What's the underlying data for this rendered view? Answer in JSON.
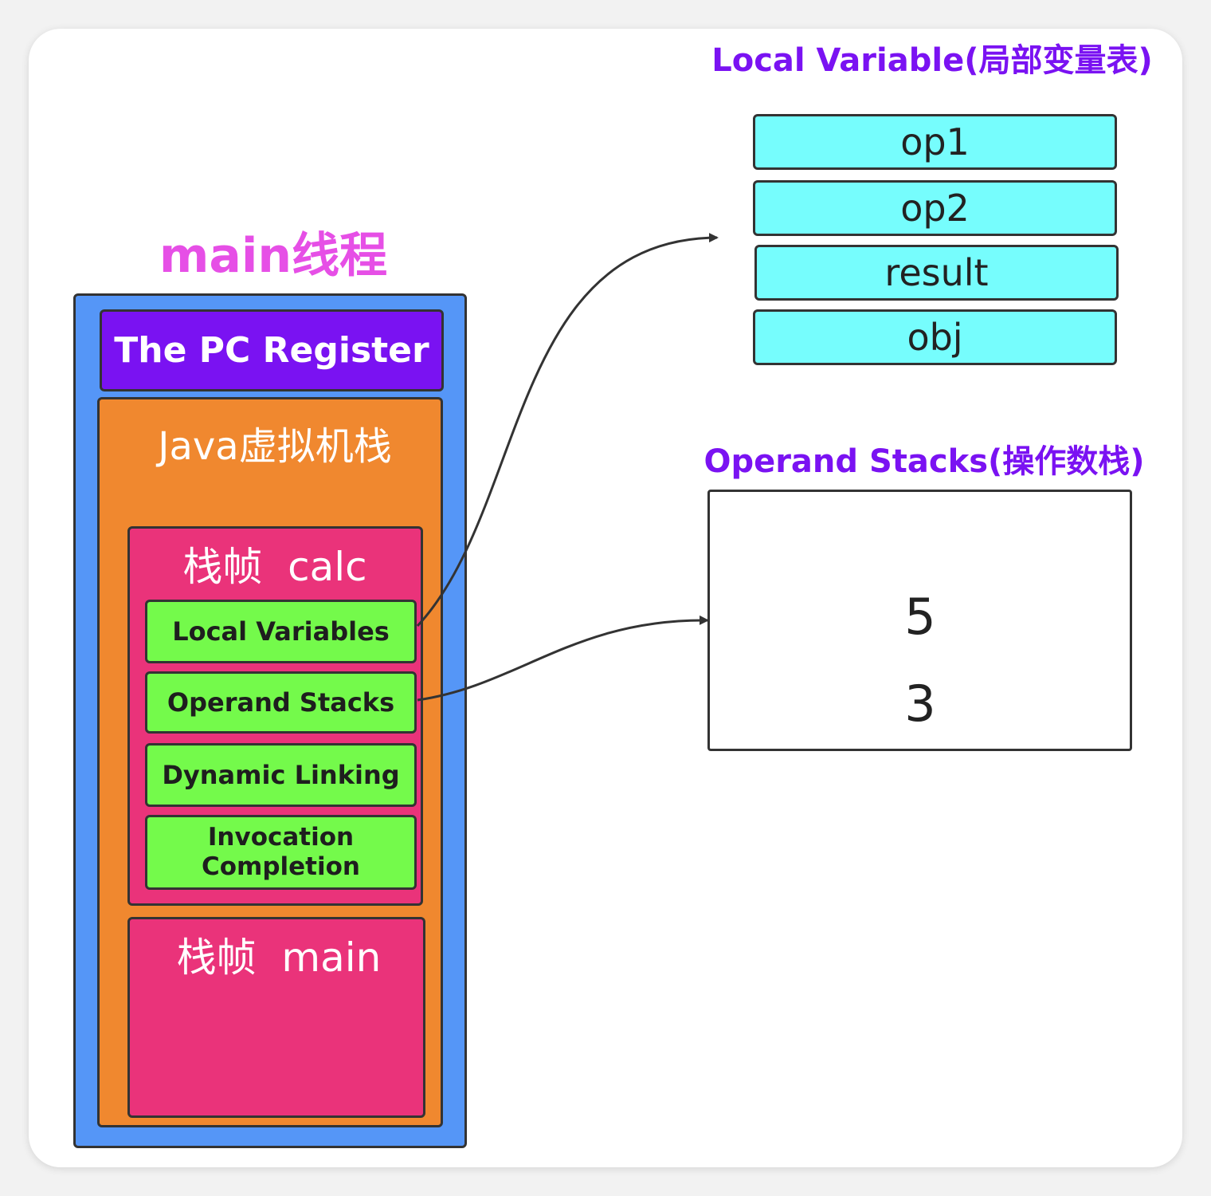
{
  "thread_title": "main线程",
  "pc_register": "The PC Register",
  "jvm_stack": "Java虚拟机栈",
  "frame_calc": {
    "label": "栈帧  calc",
    "parts": [
      "Local Variables",
      "Operand Stacks",
      "Dynamic Linking",
      "Invocation Completion"
    ]
  },
  "frame_main": {
    "label": "栈帧  main"
  },
  "local_variable_table": {
    "title": "Local Variable(局部变量表)",
    "rows": [
      "op1",
      "op2",
      "result",
      "obj"
    ]
  },
  "operand_stack": {
    "title": "Operand Stacks(操作数栈)",
    "values": [
      "5",
      "3"
    ]
  },
  "colors": {
    "outer": "#5596f7",
    "pc_register": "#7a12f2",
    "jvm_stack": "#f0882f",
    "frame": "#ea337a",
    "frame_part": "#74fa4b",
    "local_var_row": "#76fdfd",
    "title_purple": "#7a12f2",
    "thread_title": "#e64fe6"
  }
}
